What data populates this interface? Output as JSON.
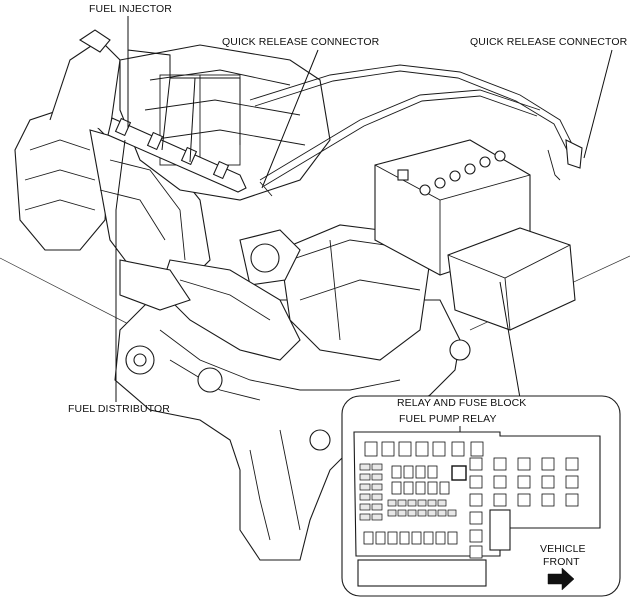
{
  "labels": {
    "fuel_injector": "FUEL INJECTOR",
    "quick_release_connector_left": "QUICK RELEASE CONNECTOR",
    "quick_release_connector_right": "QUICK RELEASE CONNECTOR",
    "fuel_distributor": "FUEL DISTRIBUTOR",
    "relay_and_fuse_block": "RELAY AND FUSE BLOCK",
    "fuel_pump_relay": "FUEL PUMP RELAY",
    "vehicle_front_line1": "VEHICLE",
    "vehicle_front_line2": "FRONT"
  },
  "icons": {
    "direction": "arrow-right-icon"
  }
}
